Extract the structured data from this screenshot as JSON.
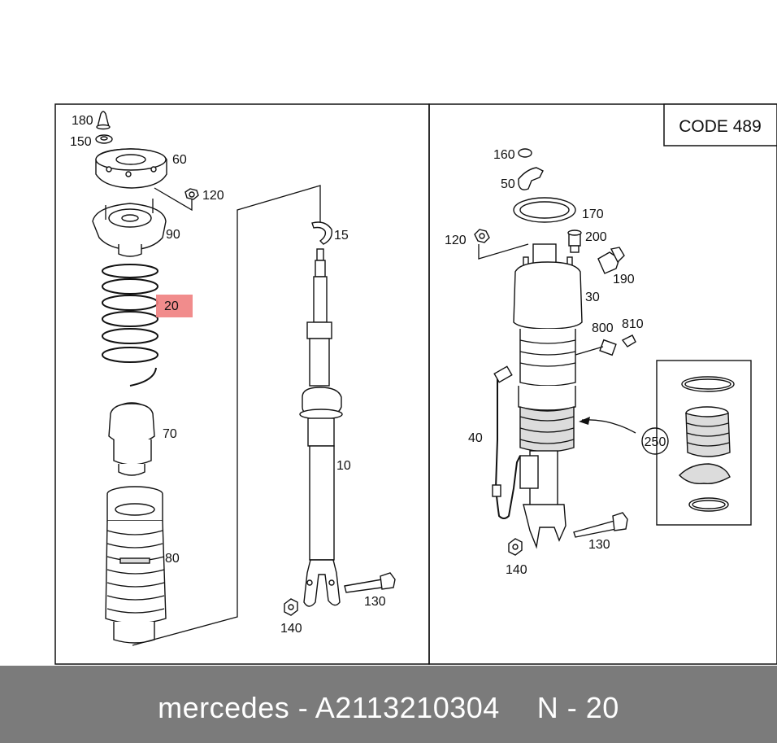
{
  "code_box": "CODE 489",
  "labels": {
    "l180": "180",
    "l150": "150",
    "l60": "60",
    "l120a": "120",
    "l90": "90",
    "l20": "20",
    "l70": "70",
    "l80": "80",
    "l15": "15",
    "l10": "10",
    "l130a": "130",
    "l140a": "140",
    "l160": "160",
    "l50": "50",
    "l170": "170",
    "l120b": "120",
    "l200": "200",
    "l190": "190",
    "l30": "30",
    "l800": "800",
    "l810": "810",
    "l40": "40",
    "l250": "250",
    "l130b": "130",
    "l140b": "140"
  },
  "highlight_color": "#f08080",
  "footer": {
    "brand_part": "mercedes - A2113210304",
    "position": "N - 20"
  }
}
